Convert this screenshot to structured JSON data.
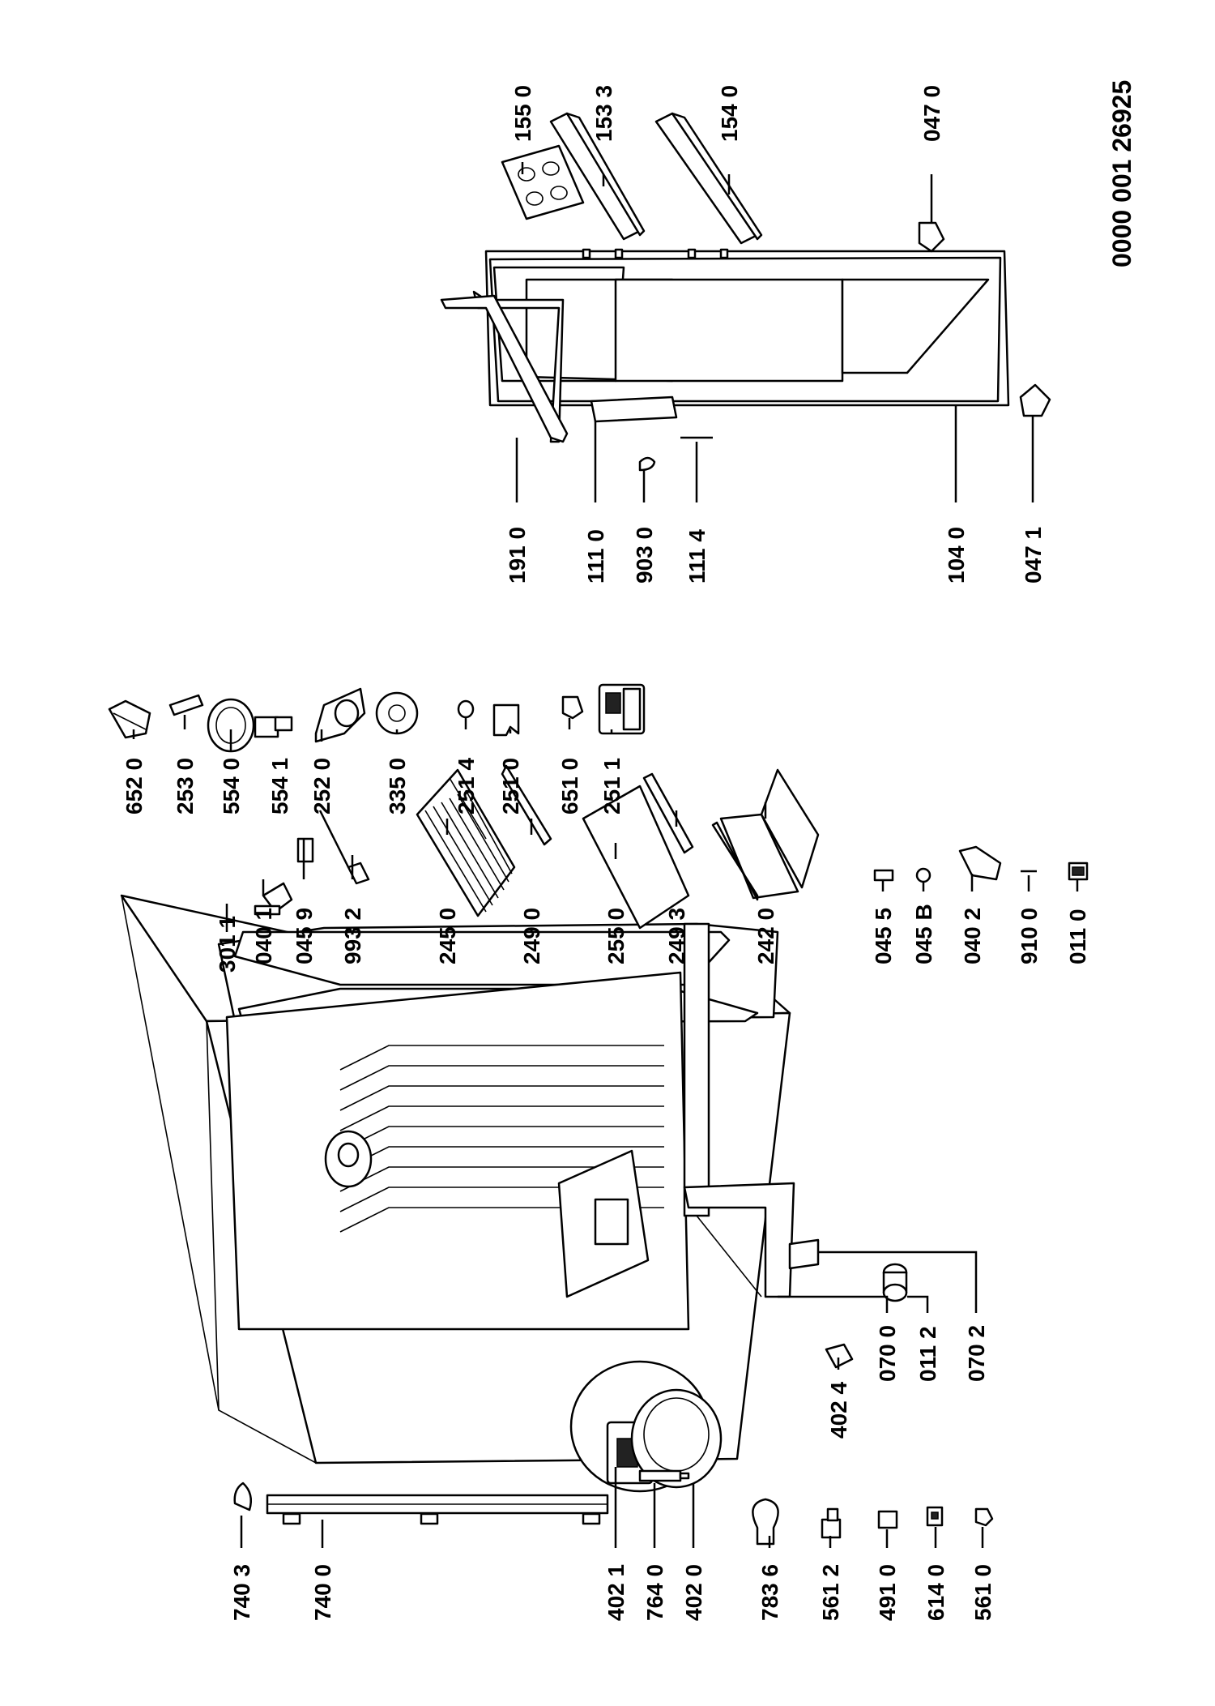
{
  "title": "0000 001 26925",
  "labels": {
    "l7403": "740 3",
    "l7400": "740 0",
    "l4021": "402 1",
    "l7640": "764 0",
    "l4020": "402 0",
    "l7836": "783 6",
    "l5612": "561 2",
    "l4910": "491 0",
    "l6140": "614 0",
    "l5610": "561 0",
    "l4024": "402 4",
    "l0700": "070 0",
    "l0112": "011 2",
    "l0702": "070 2",
    "l3011": "301  1",
    "l0401": "040 1",
    "l0459": "045 9",
    "l9932": "993 2",
    "l2450": "245 0",
    "l2490": "249 0",
    "l2550": "255 0",
    "l2493": "249 3",
    "l2420": "242 0",
    "l0455": "045 5",
    "l045B": "045 B",
    "l0402": "040 2",
    "l9100": "910 0",
    "l0110": "011 0",
    "l6520": "652 0",
    "l2530": "253 0",
    "l5540": "554 0",
    "l5541": "554 1",
    "l2520": "252 0",
    "l3350": "335 0",
    "l2514": "251 4",
    "l2510": "251 0",
    "l6510": "651 0",
    "l2511": "251 1",
    "l1910": "191 0",
    "l1110": "111 0",
    "l9030": "903 0",
    "l1114": "111 4",
    "l1040": "104 0",
    "l0471": "047 1",
    "l1550": "155 0",
    "l1533": "153 3",
    "l1540": "154 0",
    "l0470": "047 0"
  }
}
